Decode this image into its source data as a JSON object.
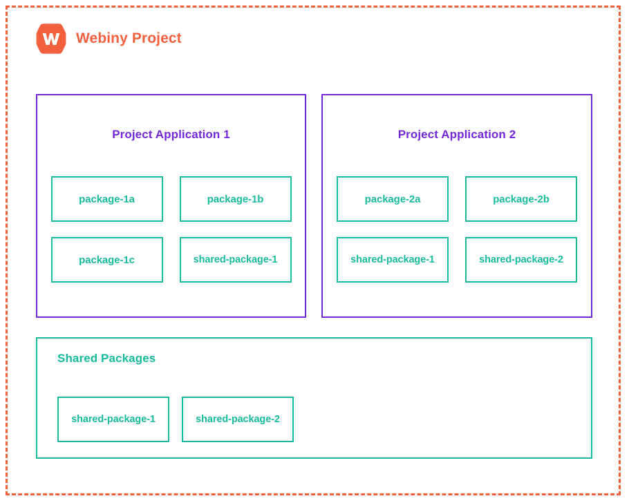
{
  "diagram": {
    "title": "Webiny Project",
    "logo_icon": "webiny-hexagon-logo-icon",
    "logo_letter": "W",
    "colors": {
      "brand_orange": "#f2603e",
      "application_purple": "#7228d9",
      "package_teal": "#18bc9c",
      "background": "#ffffff"
    },
    "frame": {
      "style": "dashed",
      "color": "#f2603e"
    },
    "applications": [
      {
        "title": "Project Application 1",
        "packages": [
          {
            "name": "package-1a",
            "shared": false
          },
          {
            "name": "package-1b",
            "shared": false
          },
          {
            "name": "package-1c",
            "shared": false
          },
          {
            "name": "shared-package-1",
            "shared": true
          }
        ]
      },
      {
        "title": "Project Application 2",
        "packages": [
          {
            "name": "package-2a",
            "shared": false
          },
          {
            "name": "package-2b",
            "shared": false
          },
          {
            "name": "shared-package-1",
            "shared": true
          },
          {
            "name": "shared-package-2",
            "shared": true
          }
        ]
      }
    ],
    "shared_section": {
      "title": "Shared Packages",
      "packages": [
        {
          "name": "shared-package-1"
        },
        {
          "name": "shared-package-2"
        }
      ]
    }
  }
}
